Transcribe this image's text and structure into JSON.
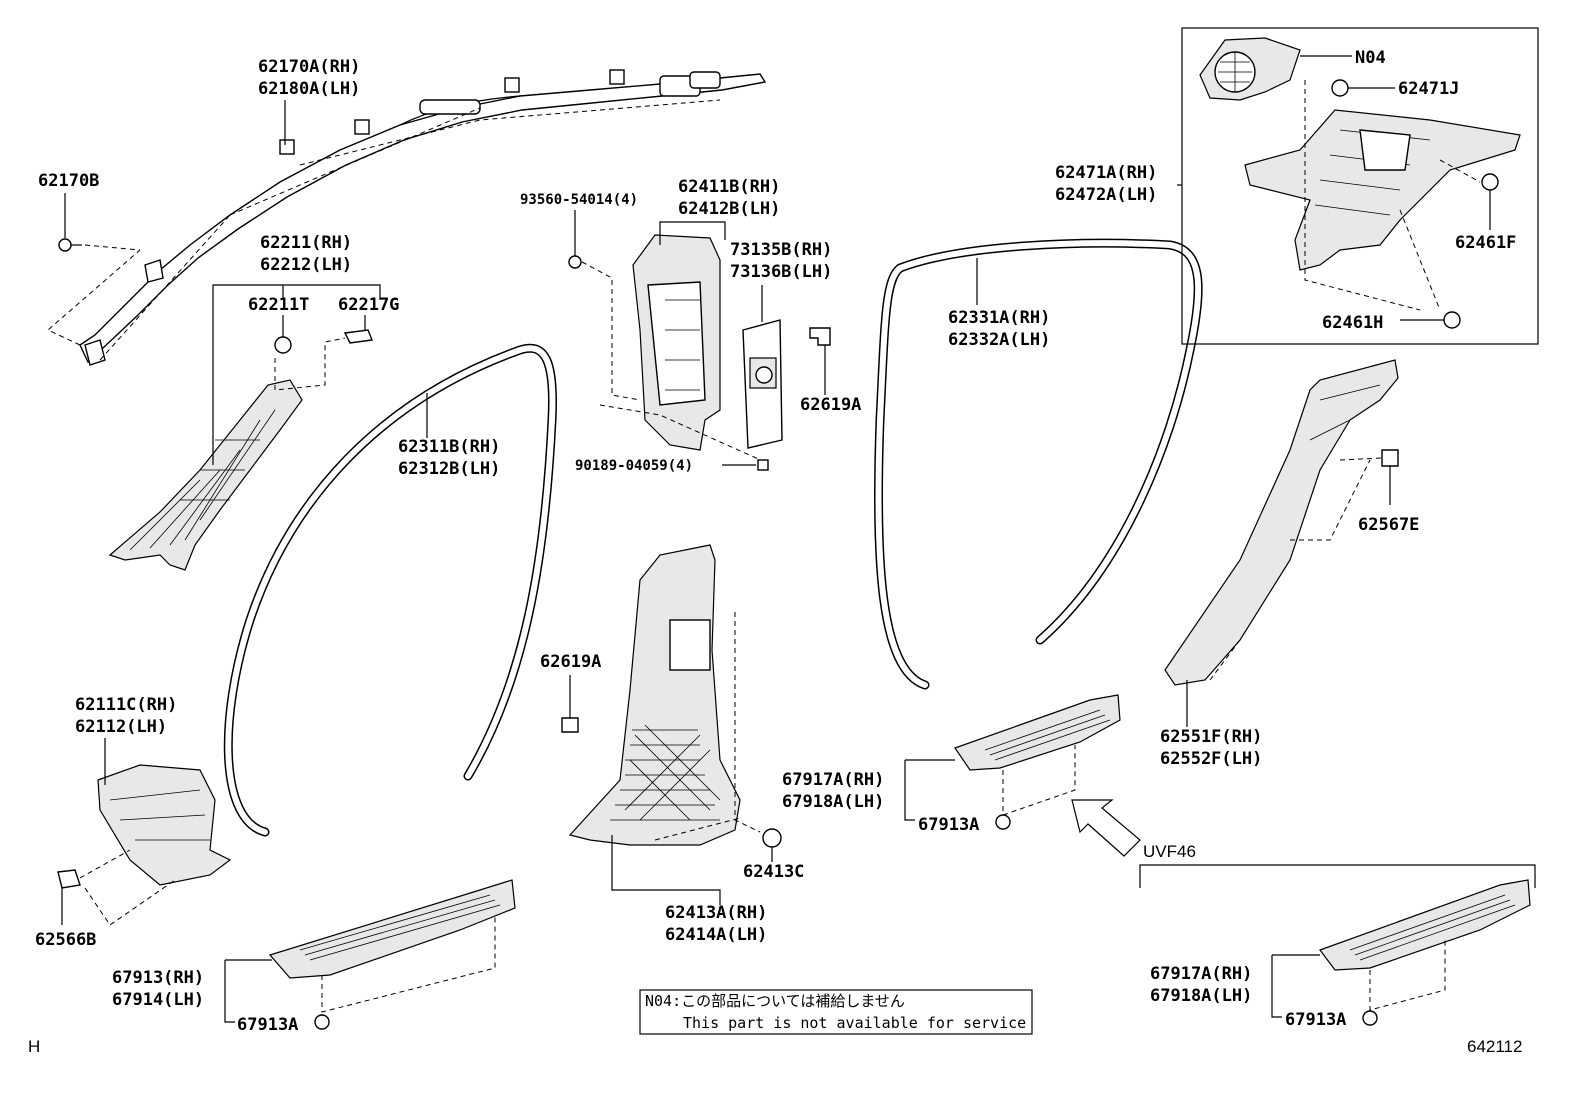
{
  "labels": {
    "p62170a": "62170A(RH)",
    "p62180a": "62180A(LH)",
    "p62170b": "62170B",
    "p62211": "62211(RH)",
    "p62212": "62212(LH)",
    "p62211t": "62211T",
    "p62217g": "62217G",
    "p62311b": "62311B(RH)",
    "p62312b": "62312B(LH)",
    "p93560": "93560-54014(4)",
    "p62411b": "62411B(RH)",
    "p62412b": "62412B(LH)",
    "p73135b": "73135B(RH)",
    "p73136b": "73136B(LH)",
    "p62619a_top": "62619A",
    "p90189": "90189-04059(4)",
    "p62331a": "62331A(RH)",
    "p62332a": "62332A(LH)",
    "pn04": "N04",
    "p62471j": "62471J",
    "p62471a": "62471A(RH)",
    "p62472a": "62472A(LH)",
    "p62461f": "62461F",
    "p62461h": "62461H",
    "p62567e": "62567E",
    "p62619a_mid": "62619A",
    "p62111c": "62111C(RH)",
    "p62112": "62112(LH)",
    "p62566b": "62566B",
    "p62413c": "62413C",
    "p62413a": "62413A(RH)",
    "p62414a": "62414A(LH)",
    "p67917a_mid": "67917A(RH)",
    "p67918a_mid": "67918A(LH)",
    "p67913a_mid": "67913A",
    "p62551f": "62551F(RH)",
    "p62552f": "62552F(LH)",
    "uvf46": "UVF46",
    "p67917a_r": "67917A(RH)",
    "p67918a_r": "67918A(LH)",
    "p67913a_r": "67913A",
    "p67913": "67913(RH)",
    "p67914": "67914(LH)",
    "p67913a_l": "67913A",
    "note_line1": "N04:この部品については補給しません",
    "note_line2": "This part is not available for service",
    "corner_h": "H",
    "diagram_id": "642112"
  }
}
